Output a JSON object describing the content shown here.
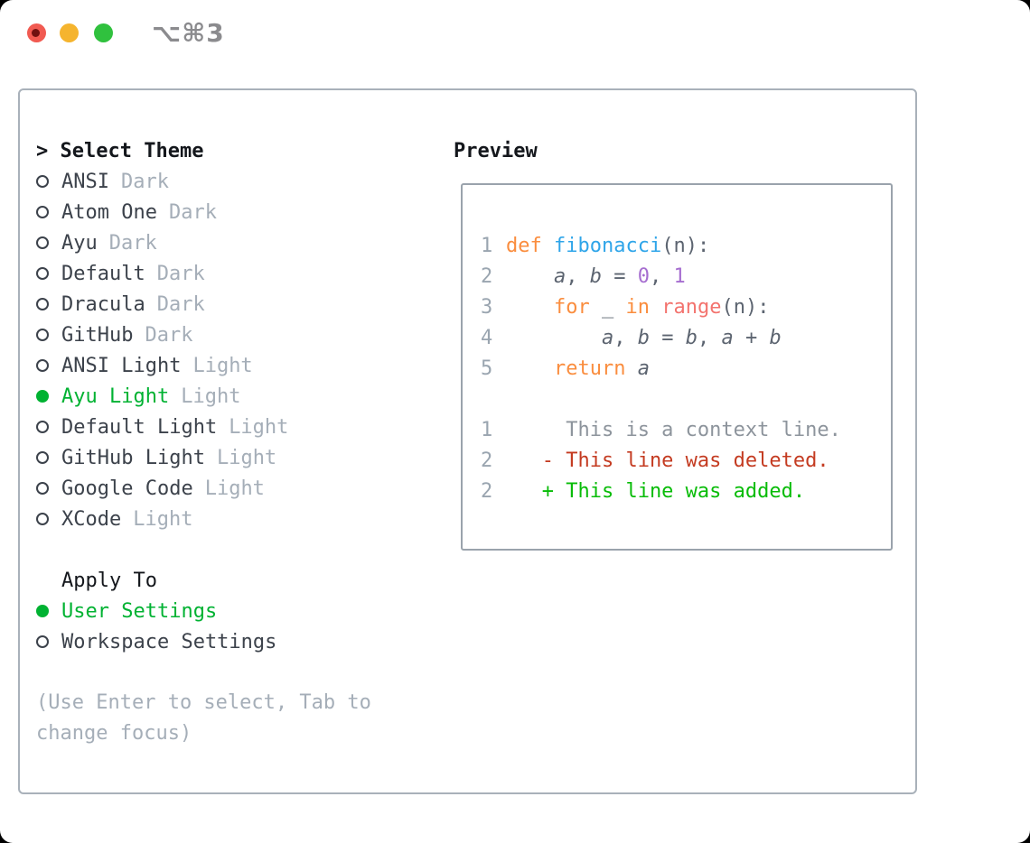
{
  "titlebar": {
    "shortcut": "⌥⌘3",
    "traffic_lights": [
      "close",
      "minimize",
      "zoom"
    ]
  },
  "theme_list": {
    "header_prefix": "> ",
    "header": "Select Theme",
    "items": [
      {
        "name": "ANSI",
        "variant": "Dark",
        "selected": false
      },
      {
        "name": "Atom One",
        "variant": "Dark",
        "selected": false
      },
      {
        "name": "Ayu",
        "variant": "Dark",
        "selected": false
      },
      {
        "name": "Default",
        "variant": "Dark",
        "selected": false
      },
      {
        "name": "Dracula",
        "variant": "Dark",
        "selected": false
      },
      {
        "name": "GitHub",
        "variant": "Dark",
        "selected": false
      },
      {
        "name": "ANSI Light",
        "variant": "Light",
        "selected": false
      },
      {
        "name": "Ayu Light",
        "variant": "Light",
        "selected": true
      },
      {
        "name": "Default Light",
        "variant": "Light",
        "selected": false
      },
      {
        "name": "GitHub Light",
        "variant": "Light",
        "selected": false
      },
      {
        "name": "Google Code",
        "variant": "Light",
        "selected": false
      },
      {
        "name": "XCode",
        "variant": "Light",
        "selected": false
      }
    ]
  },
  "apply_to": {
    "header": "Apply To",
    "options": [
      {
        "label": "User Settings",
        "selected": true
      },
      {
        "label": "Workspace Settings",
        "selected": false
      }
    ]
  },
  "hint": "(Use Enter to select, Tab to change focus)",
  "preview": {
    "header": "Preview",
    "code_lines": [
      {
        "num": "1",
        "tokens": [
          {
            "t": "def",
            "c": "kw"
          },
          {
            "t": " "
          },
          {
            "t": "fibonacci",
            "c": "fn"
          },
          {
            "t": "(n):"
          }
        ]
      },
      {
        "num": "2",
        "tokens": [
          {
            "t": "    "
          },
          {
            "t": "a",
            "c": "var"
          },
          {
            "t": ", "
          },
          {
            "t": "b",
            "c": "var"
          },
          {
            "t": " = "
          },
          {
            "t": "0",
            "c": "num"
          },
          {
            "t": ", "
          },
          {
            "t": "1",
            "c": "num"
          }
        ]
      },
      {
        "num": "3",
        "tokens": [
          {
            "t": "    "
          },
          {
            "t": "for",
            "c": "kw"
          },
          {
            "t": " _ "
          },
          {
            "t": "in",
            "c": "kw"
          },
          {
            "t": " "
          },
          {
            "t": "range",
            "c": "call"
          },
          {
            "t": "(n):"
          }
        ]
      },
      {
        "num": "4",
        "tokens": [
          {
            "t": "        "
          },
          {
            "t": "a",
            "c": "var"
          },
          {
            "t": ", "
          },
          {
            "t": "b",
            "c": "var"
          },
          {
            "t": " = "
          },
          {
            "t": "b",
            "c": "var"
          },
          {
            "t": ", "
          },
          {
            "t": "a",
            "c": "var"
          },
          {
            "t": " + "
          },
          {
            "t": "b",
            "c": "var"
          }
        ]
      },
      {
        "num": "5",
        "tokens": [
          {
            "t": "    "
          },
          {
            "t": "return",
            "c": "kw"
          },
          {
            "t": " "
          },
          {
            "t": "a",
            "c": "var"
          }
        ]
      }
    ],
    "diff_lines": [
      {
        "num": "1",
        "kind": "ctx",
        "text": "     This is a context line."
      },
      {
        "num": "2",
        "kind": "del",
        "text": "   - This line was deleted."
      },
      {
        "num": "2",
        "kind": "add",
        "text": "   + This line was added."
      }
    ]
  },
  "colors": {
    "window_bg": "#ffffff",
    "panel_border": "#a9b1ba",
    "codebox_border": "#9aa3ac",
    "ink": "#14171c",
    "item_dark": "#3c424b",
    "soft_gray": "#a5aeb8",
    "sel_green": "#00b232",
    "ln_gray": "#9aa5b0",
    "code_fg": "#5c6470",
    "kw_orange": "#fa8d3e",
    "fn_blue": "#2fa5e9",
    "num_purple": "#a66ed0",
    "call_coral": "#f3736e",
    "diff_ctx": "#8d949c",
    "diff_del": "#c43b21",
    "diff_add": "#08bc08",
    "title_gray": "#8b8b8e",
    "tl_red": "#f15a51",
    "tl_red_dot": "#6f100f",
    "tl_yellow": "#f5b42e",
    "tl_green": "#30c13e"
  }
}
